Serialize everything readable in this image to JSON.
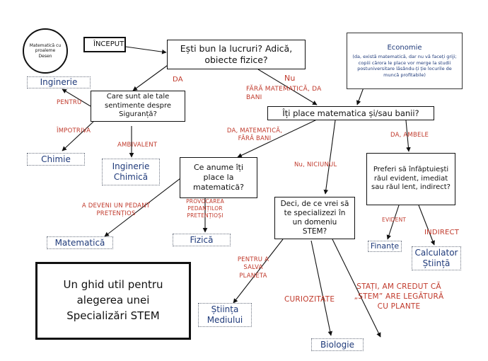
{
  "logo": {
    "text": "Matematică cu proaleme Desen"
  },
  "start": {
    "label": "ÎNCEPUT"
  },
  "guide": {
    "title": "Un ghid util pentru alegerea unei Specializări STEM"
  },
  "questions": {
    "q1": "Ești bun la lucruri? Adică, obiecte fizice?",
    "q2": "Care sunt ale tale sentimente despre Siguranță?",
    "q3": "Îți place matematica și/sau banii?",
    "q4": "Ce anume îți place la matematică?",
    "q5": "Preferi să înfăptuiești răul evident, imediat sau răul lent, indirect?",
    "q6": "Deci, de ce vrei să te specializezi în un domeniu STEM?"
  },
  "results": {
    "inginerie": "Inginerie",
    "chimie": "Chimie",
    "inginerie_chimica": "Inginerie Chimică",
    "matematica": "Matematică",
    "fizica": "Fizică",
    "finante": "Finanțe",
    "calculator": "Calculator Științā",
    "stiinta_mediului": "Știința Mediului",
    "biologie": "Biologie",
    "economie_title": "Economie",
    "economie_note": "(da, există matematică, dar nu vă faceți griji; copiii cărora le place vor merge la studii postuniversitare lăsându-ți ție locurile de muncă profitabile)"
  },
  "edge_labels": {
    "da": "DA",
    "nu": "Nu",
    "fara_mat_bani": "FĂRĂ MATEMATICĂ, DA BANI",
    "pentru": "PENTRU",
    "impotriva": "ÎMPOTRIVA",
    "ambivalent": "AMBIVALENT",
    "da_mat_fara_bani": "DA, MATEMATICĂ, FĂRĂ BANI",
    "nu_niciunul": "Nu, NICIUNUL",
    "da_ambele": "DA, AMBELE",
    "a_deveni": "A DEVENI UN PEDANT PRETENȚIOS",
    "provocarea": "PROVOCAREA PEDANȚILOR PRETENȚIOȘI",
    "evident": "EVIDENT",
    "indirect": "INDIRECT",
    "pentru_planeta": "PENTRU A SALVA PLANETA",
    "curiozitate": "CURIOZITATE",
    "stati": "STAȚI, AM CREDUT CĂ „STEM” ARE LEGĂTURĂ CU PLANTE"
  },
  "colors": {
    "ink": "#111111",
    "label": "#c0392b",
    "result": "#1f3a7a"
  }
}
